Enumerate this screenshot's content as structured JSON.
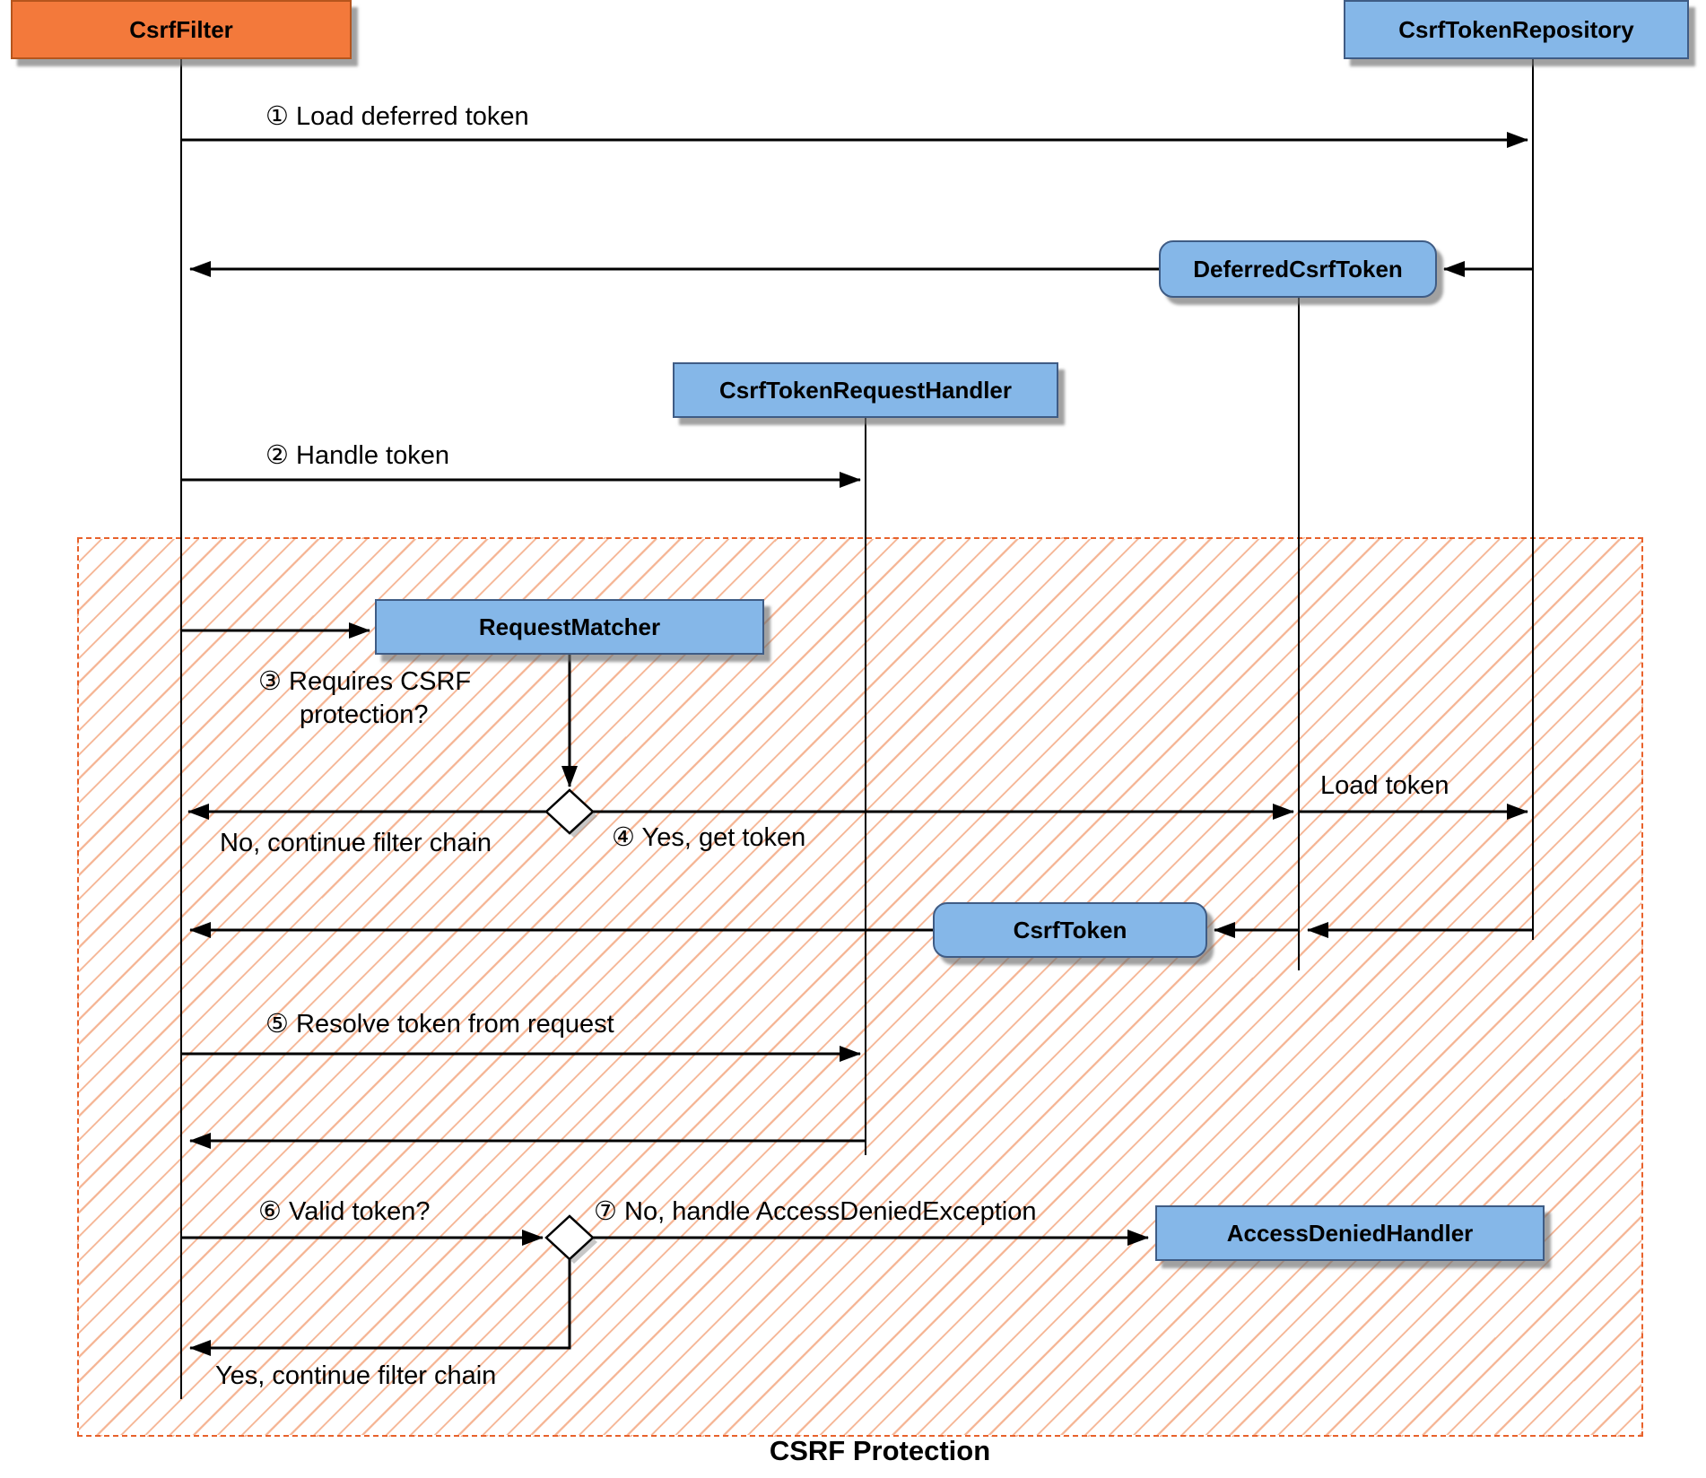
{
  "diagram": {
    "caption": "CSRF Protection",
    "participants": {
      "csrf_filter": "CsrfFilter",
      "csrf_token_repository": "CsrfTokenRepository",
      "deferred_csrf_token": "DeferredCsrfToken",
      "csrf_token_request_handler": "CsrfTokenRequestHandler",
      "request_matcher": "RequestMatcher",
      "csrf_token": "CsrfToken",
      "access_denied_handler": "AccessDeniedHandler"
    },
    "messages": {
      "load_deferred_token": "① Load deferred token",
      "handle_token": "② Handle token",
      "requires_csrf_line1": "③ Requires CSRF",
      "requires_csrf_line2": "protection?",
      "no_continue_filter_chain": "No, continue filter chain",
      "yes_get_token": "④ Yes, get token",
      "load_token": "Load token",
      "resolve_token": "⑤ Resolve token from request",
      "valid_token": "⑥ Valid token?",
      "no_handle_access_denied": "⑦ No, handle AccessDeniedException",
      "yes_continue_filter_chain": "Yes, continue filter chain"
    },
    "colors": {
      "filter_box": "#F3793B",
      "component_box": "#85B7E8",
      "hatch_stripe": "#F5B493",
      "hatch_border": "#E8622C",
      "arrow": "#000000"
    }
  }
}
